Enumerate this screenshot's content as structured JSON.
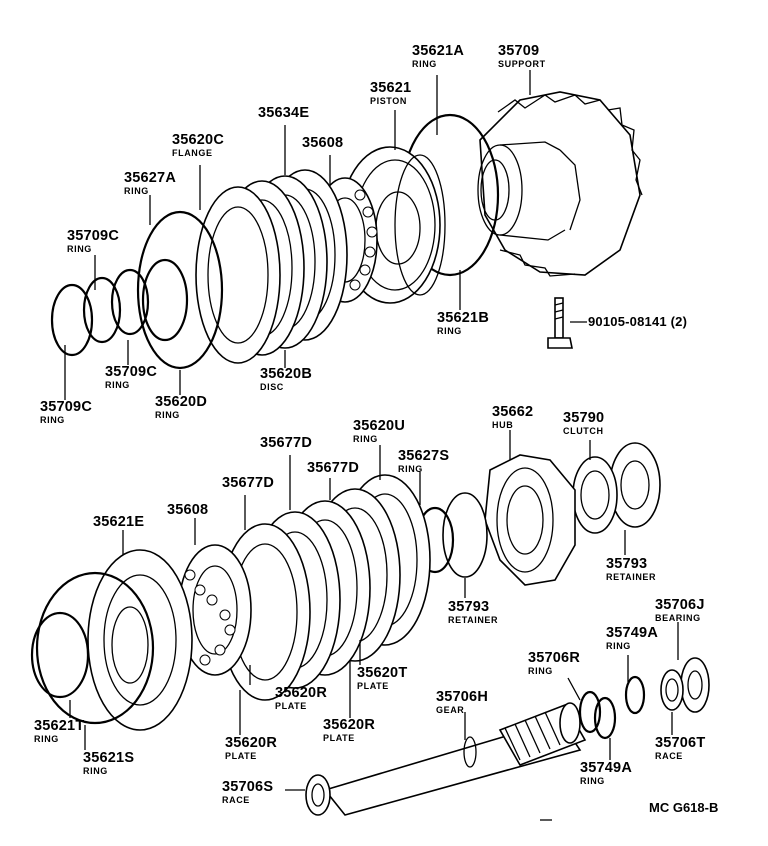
{
  "callouts": [
    {
      "id": "35621A",
      "part": "35621A",
      "desc": "RING"
    },
    {
      "id": "35709",
      "part": "35709",
      "desc": "SUPPORT"
    },
    {
      "id": "35621",
      "part": "35621",
      "desc": "PISTON"
    },
    {
      "id": "35634E",
      "part": "35634E",
      "desc": ""
    },
    {
      "id": "35620C",
      "part": "35620C",
      "desc": "FLANGE"
    },
    {
      "id": "35608a",
      "part": "35608",
      "desc": ""
    },
    {
      "id": "35627A",
      "part": "35627A",
      "desc": "RING"
    },
    {
      "id": "35709Ca",
      "part": "35709C",
      "desc": "RING"
    },
    {
      "id": "35621B",
      "part": "35621B",
      "desc": "RING"
    },
    {
      "id": "90105",
      "part": "90105-08141 (2)",
      "desc": ""
    },
    {
      "id": "35709Cb",
      "part": "35709C",
      "desc": "RING"
    },
    {
      "id": "35620B",
      "part": "35620B",
      "desc": "DISC"
    },
    {
      "id": "35709Cc",
      "part": "35709C",
      "desc": "RING"
    },
    {
      "id": "35620D",
      "part": "35620D",
      "desc": "RING"
    },
    {
      "id": "35677Da",
      "part": "35677D",
      "desc": ""
    },
    {
      "id": "35620U",
      "part": "35620U",
      "desc": "RING"
    },
    {
      "id": "35662",
      "part": "35662",
      "desc": "HUB"
    },
    {
      "id": "35790",
      "part": "35790",
      "desc": "CLUTCH"
    },
    {
      "id": "35627S",
      "part": "35627S",
      "desc": "RING"
    },
    {
      "id": "35677Db",
      "part": "35677D",
      "desc": ""
    },
    {
      "id": "35677Dc",
      "part": "35677D",
      "desc": ""
    },
    {
      "id": "35621E",
      "part": "35621E",
      "desc": ""
    },
    {
      "id": "35608b",
      "part": "35608",
      "desc": ""
    },
    {
      "id": "35793a",
      "part": "35793",
      "desc": "RETAINER"
    },
    {
      "id": "35793b",
      "part": "35793",
      "desc": "RETAINER"
    },
    {
      "id": "35706J",
      "part": "35706J",
      "desc": "BEARING"
    },
    {
      "id": "35749Aa",
      "part": "35749A",
      "desc": "RING"
    },
    {
      "id": "35706R",
      "part": "35706R",
      "desc": "RING"
    },
    {
      "id": "35620T",
      "part": "35620T",
      "desc": "PLATE"
    },
    {
      "id": "35620Ra",
      "part": "35620R",
      "desc": "PLATE"
    },
    {
      "id": "35706H",
      "part": "35706H",
      "desc": "GEAR"
    },
    {
      "id": "35621T",
      "part": "35621T",
      "desc": "RING"
    },
    {
      "id": "35620Rb",
      "part": "35620R",
      "desc": "PLATE"
    },
    {
      "id": "35620Rc",
      "part": "35620R",
      "desc": "PLATE"
    },
    {
      "id": "35706T",
      "part": "35706T",
      "desc": "RACE"
    },
    {
      "id": "35621S",
      "part": "35621S",
      "desc": "RING"
    },
    {
      "id": "35749Ab",
      "part": "35749A",
      "desc": "RING"
    },
    {
      "id": "35706S",
      "part": "35706S",
      "desc": "RACE"
    }
  ],
  "figure_code": "MC G618-B"
}
